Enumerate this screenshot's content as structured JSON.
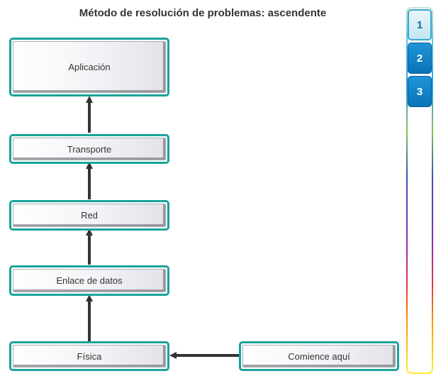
{
  "title": "Método de resolución de problemas: ascendente",
  "layers": {
    "aplicacion": "Aplicación",
    "transporte": "Transporte",
    "red": "Red",
    "enlace": "Enlace de datos",
    "fisica": "Física"
  },
  "start_label": "Comience aquí",
  "steps": [
    "1",
    "2",
    "3"
  ],
  "active_step": "1",
  "colors": {
    "box_border": "#1aa39b",
    "arrow": "#333333",
    "step_active": "#c2e6f3",
    "step_normal": "#0a72b8"
  }
}
